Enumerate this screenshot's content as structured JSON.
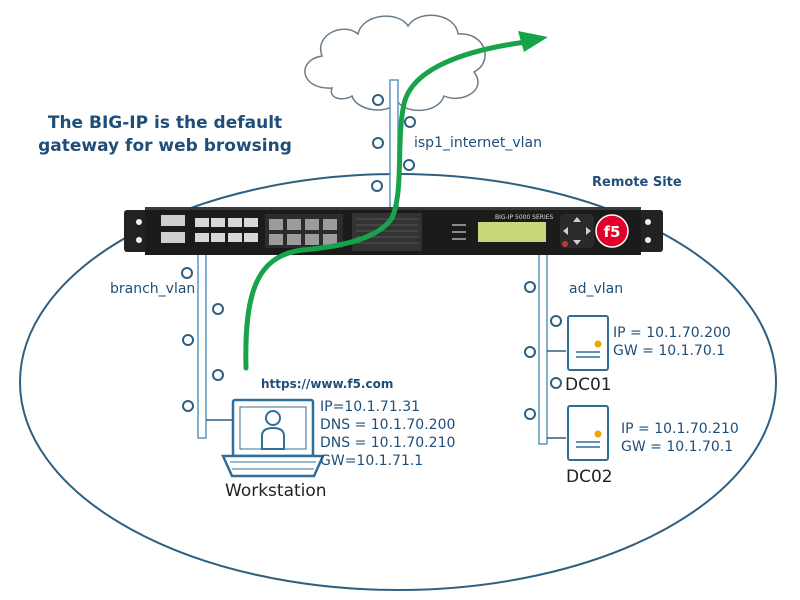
{
  "title": {
    "line1": "The BIG-IP is the default",
    "line2": "gateway for web browsing"
  },
  "vlans": {
    "internet": "isp1_internet_vlan",
    "branch": "branch_vlan",
    "ad": "ad_vlan"
  },
  "site_label": "Remote Site",
  "device": {
    "series_label": "BIG-IP 5000 SERIES",
    "logo": "f5"
  },
  "workstation": {
    "url": "https://www.f5.com",
    "name": "Workstation",
    "ip": "IP=10.1.71.31",
    "dns1": "DNS = 10.1.70.200",
    "dns2": "DNS = 10.1.70.210",
    "gw": "GW=10.1.71.1"
  },
  "servers": [
    {
      "name": "DC01",
      "ip": "IP = 10.1.70.200",
      "gw": "GW = 10.1.70.1"
    },
    {
      "name": "DC02",
      "ip": "IP = 10.1.70.210",
      "gw": "GW = 10.1.70.1"
    }
  ],
  "colors": {
    "ellipse": "#2f5f80",
    "vlan_bar": "#5a97bd",
    "traffic_arrow": "#16a34a",
    "text": "#1f4e79",
    "device_body": "#1b1b1b",
    "logo_red": "#e4002b"
  }
}
